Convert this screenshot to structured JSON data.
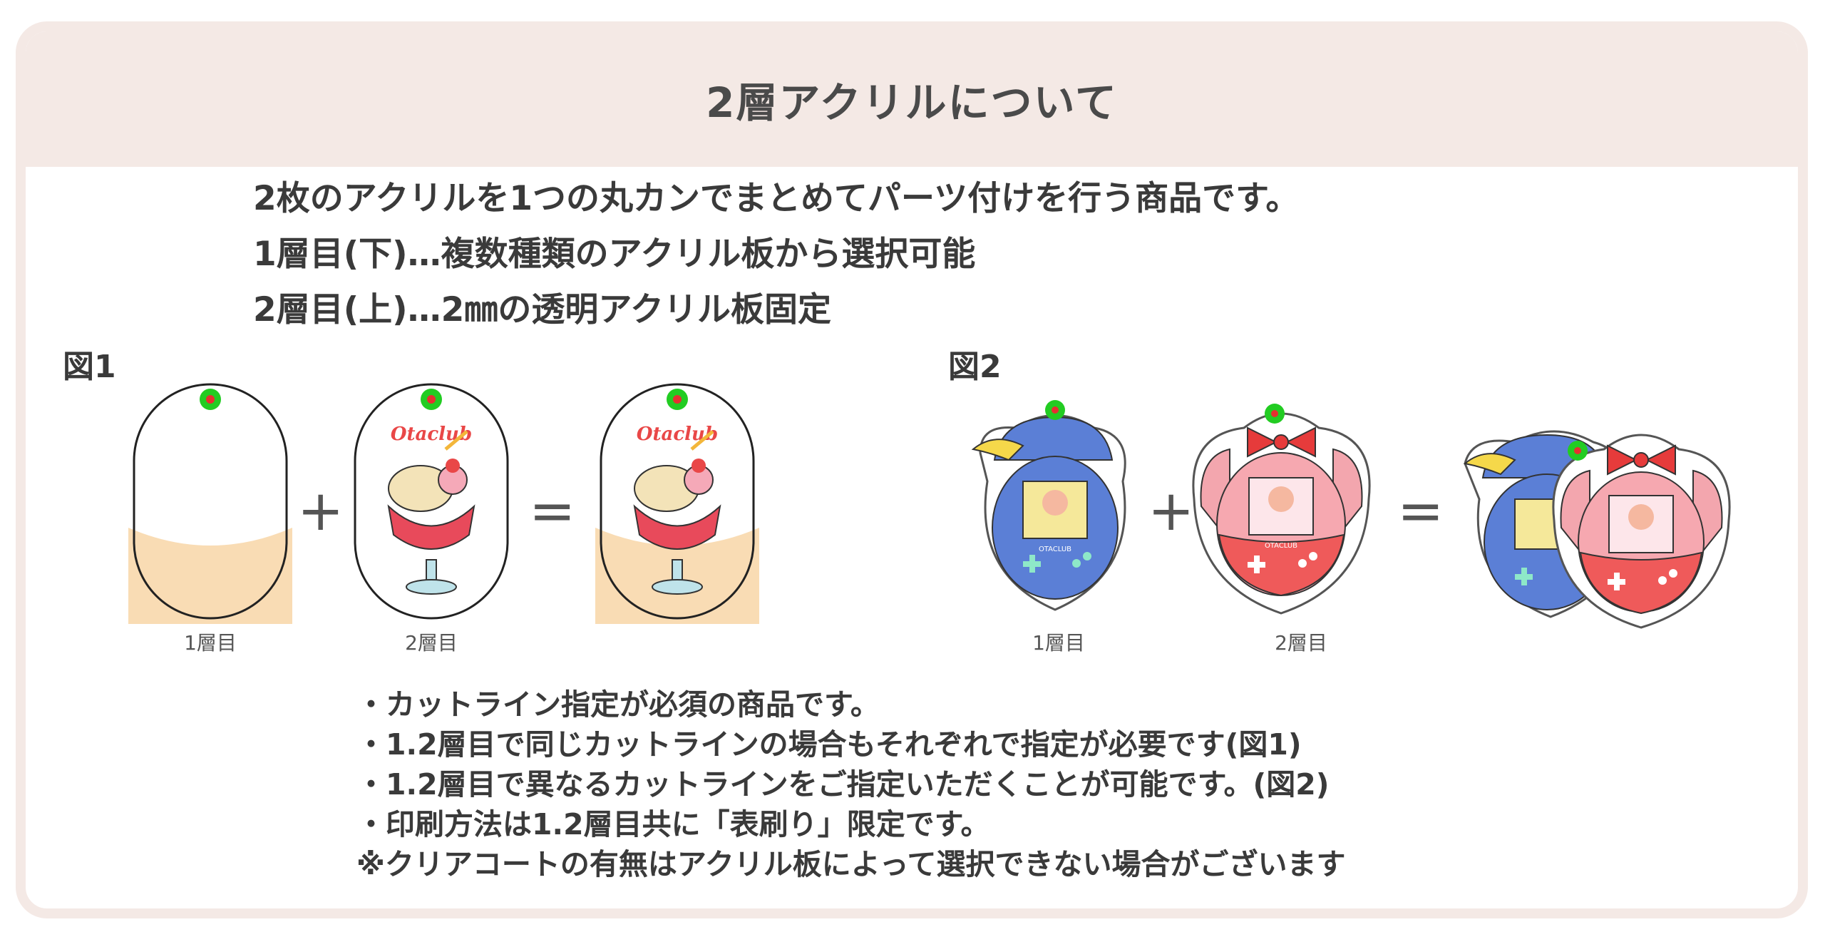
{
  "header": {
    "title": "2層アクリルについて"
  },
  "intro": {
    "lines": [
      "2枚のアクリルを1つの丸カンでまとめてパーツ付けを行う商品です。",
      "1層目(下)…複数種類のアクリル板から選択可能",
      "2層目(上)…2㎜の透明アクリル板固定"
    ]
  },
  "figure1": {
    "label": "図1",
    "plus": "+",
    "equals": "=",
    "captions": [
      "1層目",
      "2層目"
    ],
    "brand_text": "Otaclub"
  },
  "figure2": {
    "label": "図2",
    "plus": "+",
    "equals": "=",
    "captions": [
      "1層目",
      "2層目"
    ],
    "device_text": "OTACLUB"
  },
  "notes": {
    "lines": [
      "・カットライン指定が必須の商品です。",
      "・1.2層目で同じカットラインの場合もそれぞれで指定が必要です(図1)",
      "・1.2層目で異なるカットラインをご指定いただくことが可能です。(図2)",
      "・印刷方法は1.2層目共に「表刷り」限定です。",
      "※クリアコートの有無はアクリル板によって選択できない場合がございます"
    ]
  },
  "colors": {
    "header_bg": "#f4e9e5",
    "hole_ring": "#22cc22",
    "hole_center": "#e53030",
    "layer1_fill": "#f9dcb4",
    "device_blue": "#5b7fd6",
    "device_red": "#ef5a5a"
  }
}
